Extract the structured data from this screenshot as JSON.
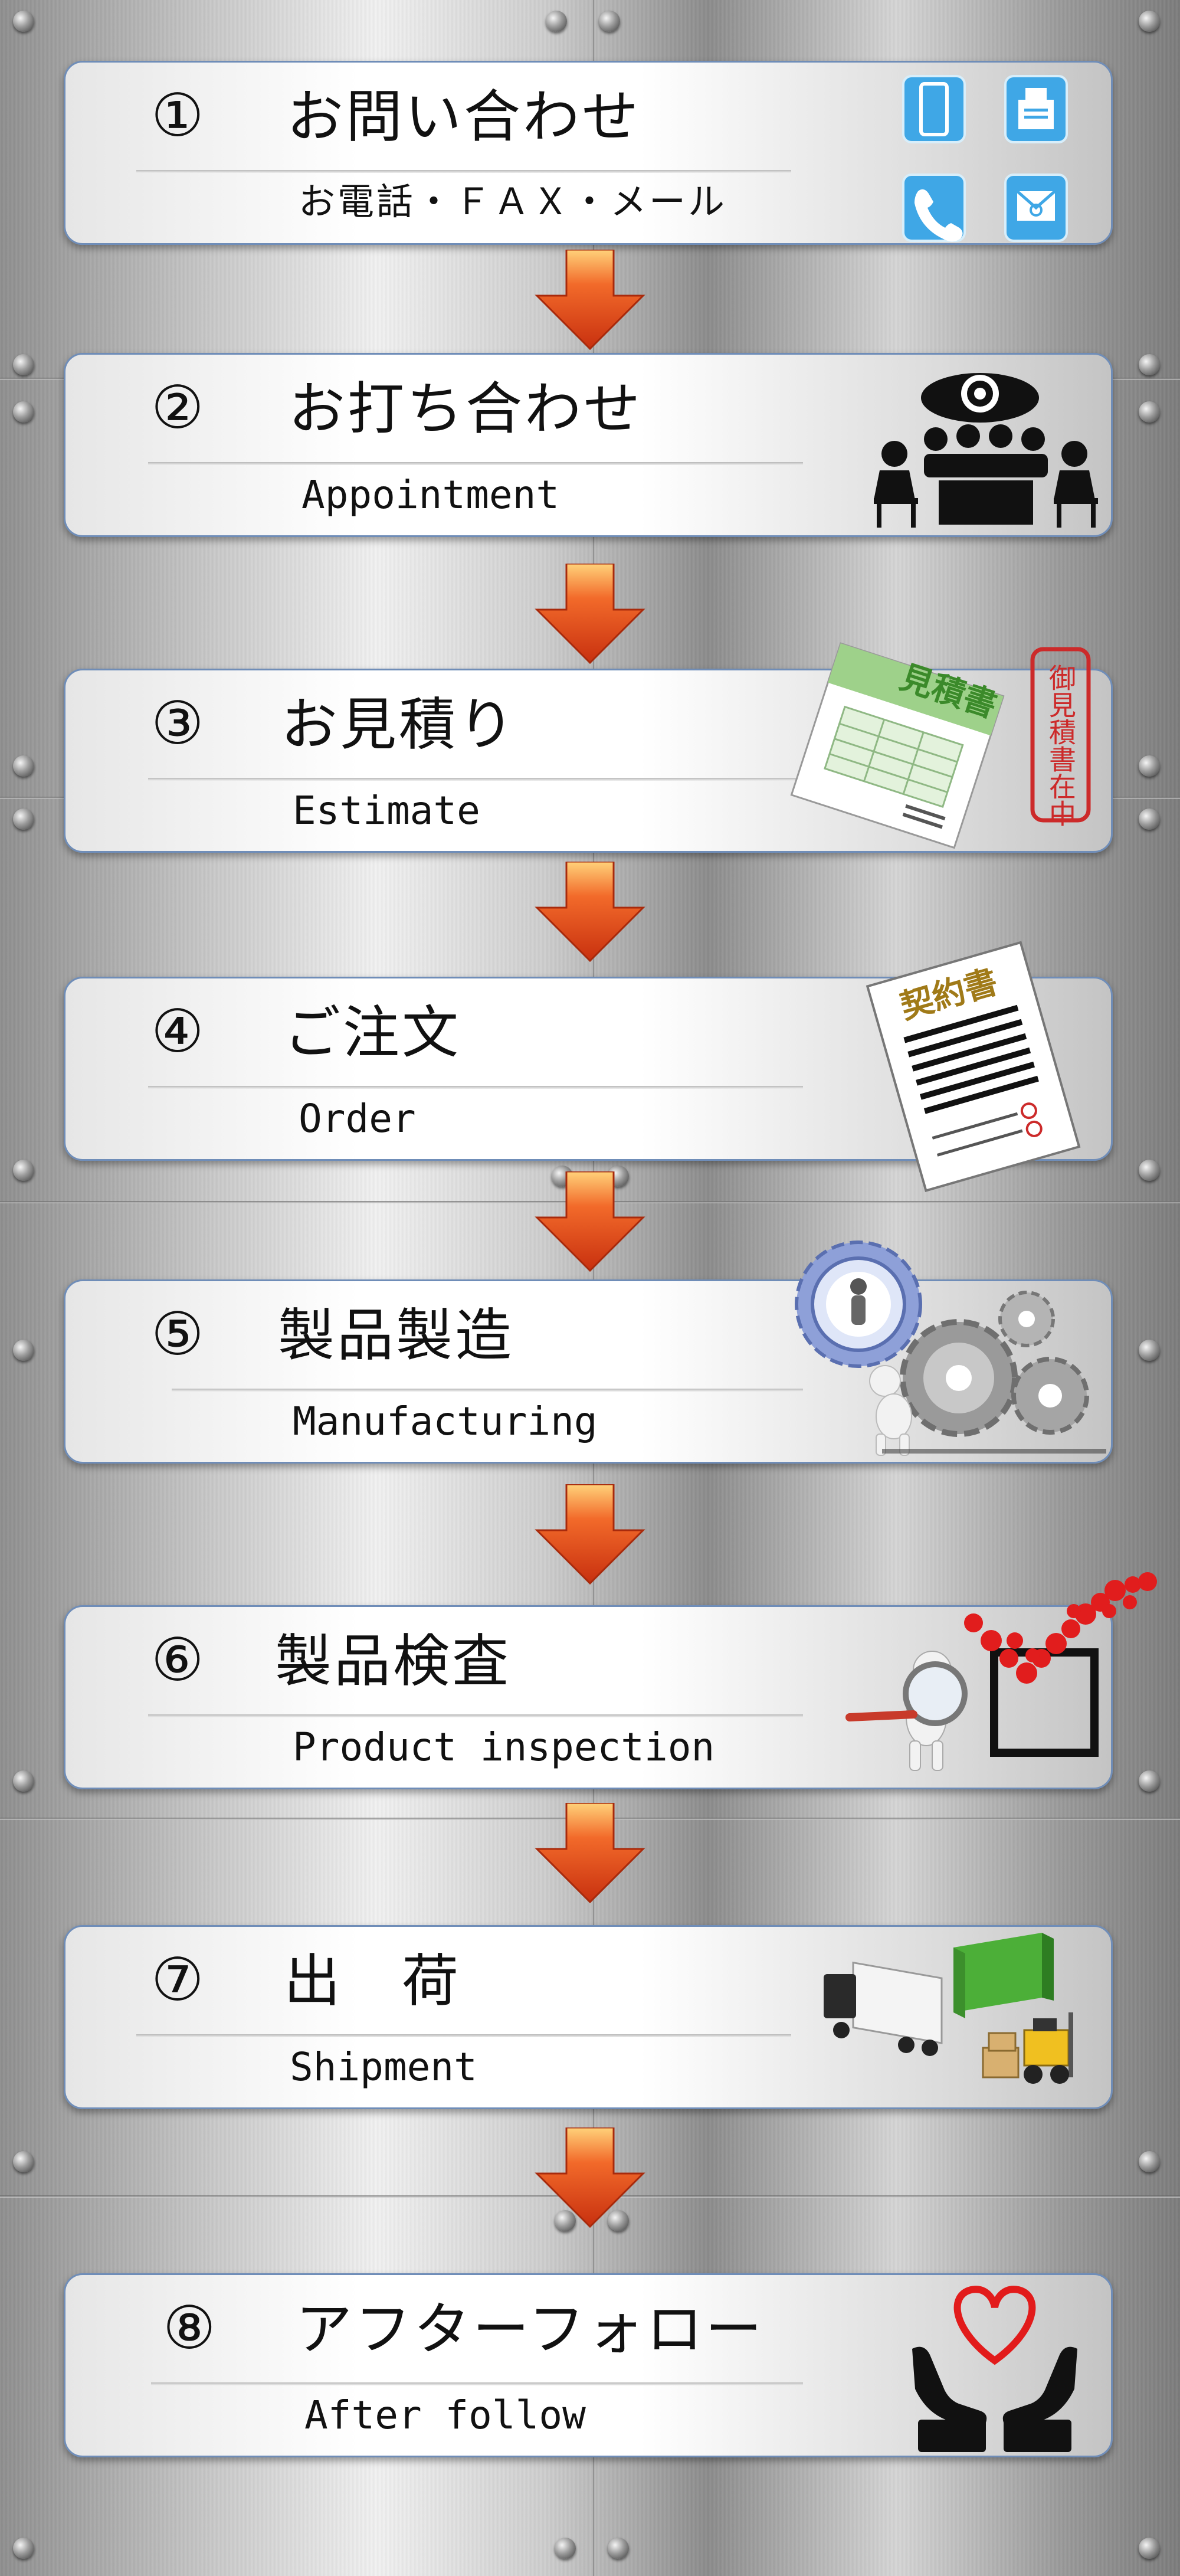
{
  "steps": [
    {
      "number": "①",
      "title": "お問い合わせ",
      "subtitle": "お電話・ＦＡＸ・メール",
      "icon": "contact-icons"
    },
    {
      "number": "②",
      "title": "お打ち合わせ",
      "subtitle": "Appointment",
      "icon": "meeting-icon"
    },
    {
      "number": "③",
      "title": "お見積り",
      "subtitle": "Estimate",
      "icon": "estimate-document-icon",
      "doc_label": "見積書",
      "stamp_label": "御見積書在中"
    },
    {
      "number": "④",
      "title": "ご注文",
      "subtitle": "Order",
      "icon": "contract-document-icon",
      "doc_label": "契約書"
    },
    {
      "number": "⑤",
      "title": "製品製造",
      "subtitle": "Manufacturing",
      "icon": "gears-icon"
    },
    {
      "number": "⑥",
      "title": "製品検査",
      "subtitle": "Product inspection",
      "icon": "inspection-icon"
    },
    {
      "number": "⑦",
      "title": "出　荷",
      "subtitle": "Shipment",
      "icon": "shipping-icon"
    },
    {
      "number": "⑧",
      "title": "アフターフォロー",
      "subtitle": "After follow",
      "icon": "heart-hands-icon"
    }
  ],
  "colors": {
    "border": "#6f8db8",
    "arrow": "#e8451c",
    "arrow_light": "#ffd27a",
    "stamp": "#cc2a2a",
    "doc_green": "#3b8a2a",
    "doc_gold": "#a07a18",
    "heart": "#e21b1b"
  }
}
